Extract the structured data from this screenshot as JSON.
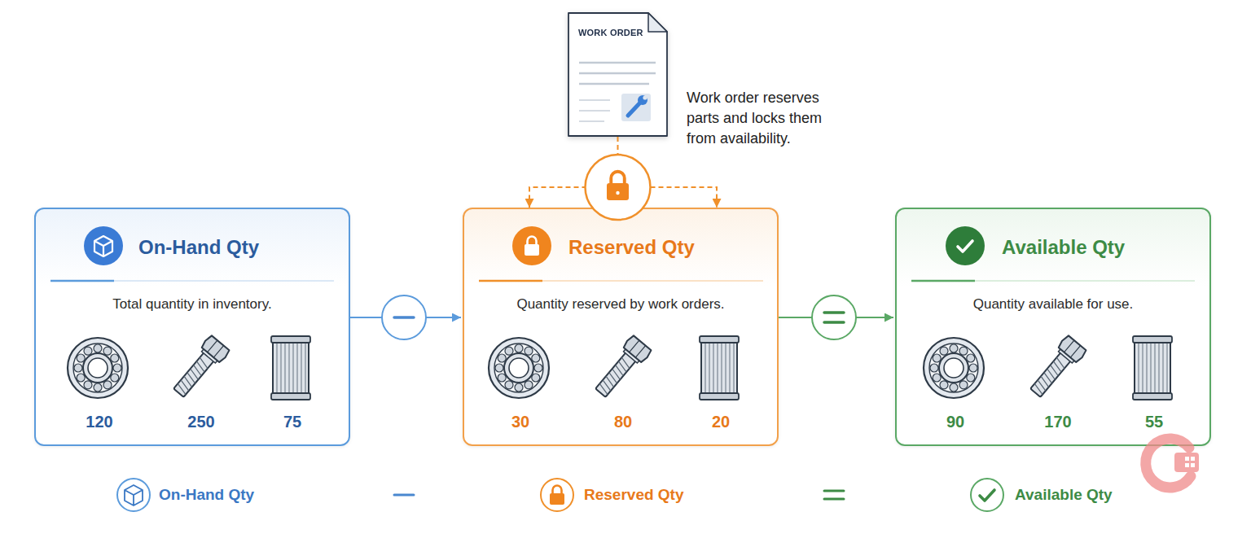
{
  "diagram": {
    "nodes": [
      {
        "text": [
          "WORK ORDER"
        ]
      },
      {
        "text": [
          "On-Hand Qty",
          "Total quantity in inventory.",
          "120",
          "250",
          "75"
        ]
      },
      {
        "text": [
          "Reserved Qty",
          "Quantity reserved by work orders.",
          "30",
          "80",
          "20"
        ]
      },
      {
        "text": [
          "Available Qty",
          "Quantity available for use.",
          "90",
          "170",
          "55"
        ]
      }
    ],
    "edges": [
      {
        "from": 0,
        "to": 2,
        "arrow": "to"
      },
      {
        "from": 1,
        "to": 2,
        "arrow": "to"
      },
      {
        "from": 2,
        "to": 3,
        "arrow": "to"
      }
    ],
    "labels": [
      "Work order reserves parts and locks them from availability.",
      "On-Hand Qty",
      "Reserved Qty",
      "Available Qty"
    ]
  }
}
